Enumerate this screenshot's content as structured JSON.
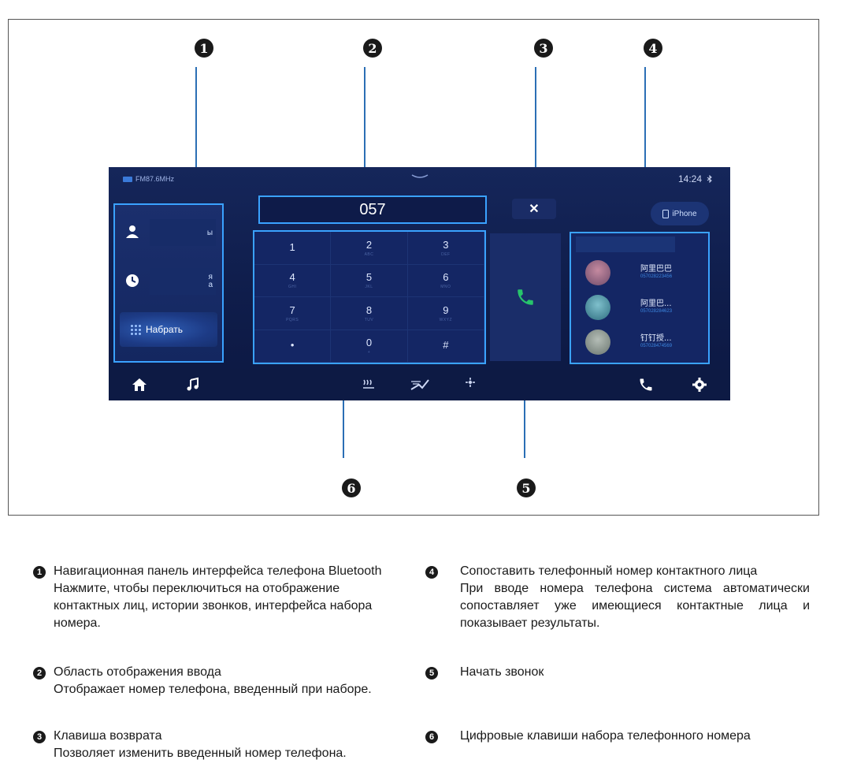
{
  "callouts": [
    "1",
    "2",
    "3",
    "4",
    "5",
    "6"
  ],
  "screen": {
    "radio": "FM87.6MHz",
    "clock": "14:24",
    "bluetooth_icon": "bluetooth-icon",
    "nav": {
      "contacts_label": "ы",
      "history_label": "я\nа",
      "dial_label": "Набрать"
    },
    "input_value": "057",
    "backspace_symbol": "✕",
    "keypad": [
      {
        "digit": "1",
        "letters": ""
      },
      {
        "digit": "2",
        "letters": "ABC"
      },
      {
        "digit": "3",
        "letters": "DEF"
      },
      {
        "digit": "4",
        "letters": "GHI"
      },
      {
        "digit": "5",
        "letters": "JKL"
      },
      {
        "digit": "6",
        "letters": "MNO"
      },
      {
        "digit": "7",
        "letters": "PQRS"
      },
      {
        "digit": "8",
        "letters": "TUV"
      },
      {
        "digit": "9",
        "letters": "WXYZ"
      },
      {
        "digit": "•",
        "letters": ""
      },
      {
        "digit": "0",
        "letters": "+"
      },
      {
        "digit": "#",
        "letters": ""
      }
    ],
    "iphone_label": "iPhone",
    "contacts": [
      {
        "name": "阿里巴巴",
        "number": "057028223456",
        "color": "#b97a8c"
      },
      {
        "name": "阿里巴...",
        "number": "057028284623",
        "color": "#5fa8b8"
      },
      {
        "name": "钉钉授...",
        "number": "057028474569",
        "color": "#9aa6a0"
      }
    ],
    "accent_color": "#3aa2ff",
    "call_color": "#27c46b"
  },
  "descriptions": [
    {
      "num": "1",
      "title": "Навигационная панель интерфейса телефона Bluetooth",
      "body": "Нажмите, чтобы переключиться на отображение контактных лиц, истории звонков, интерфейса набора номера."
    },
    {
      "num": "2",
      "title": "Область отображения ввода",
      "body": "Отображает номер телефона, введенный при наборе."
    },
    {
      "num": "3",
      "title": "Клавиша возврата",
      "body": "Позволяет изменить введенный номер телефона."
    },
    {
      "num": "4",
      "title": "Сопоставить телефонный номер контактного лица",
      "body": "При вводе номера телефона система автоматически сопоставляет уже имеющиеся контактные лица и показывает результаты."
    },
    {
      "num": "5",
      "title": "Начать звонок",
      "body": ""
    },
    {
      "num": "6",
      "title": "Цифровые клавиши набора телефонного номера",
      "body": ""
    }
  ]
}
